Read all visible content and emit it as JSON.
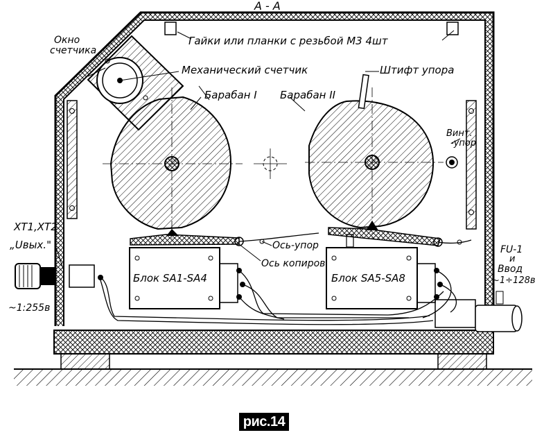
{
  "section_title": "А - А",
  "labels": {
    "nuts": "Гайки или планки с резьбой М3 4шт",
    "counter_window_1": "Окно",
    "counter_window_2": "счетчика",
    "mech_counter": "Механический счетчик",
    "stop_pin": "Штифт упора",
    "drum_1": "Барабан I",
    "drum_2": "Барабан II",
    "screw_stop_1": "Винт.",
    "screw_stop_2": "-упор",
    "axis_stop": "Ось-упор",
    "axis_copiers": "Ось копиров",
    "block_left": "Блок SA1-SA4",
    "block_right": "Блок SA5-SA8",
    "xt": "XT1,XT2",
    "uout": "„Uвых.\"",
    "uout_range": "~1:255в",
    "fu_1": "FU-1",
    "fu_2": "и",
    "fu_3": "Ввод",
    "fu_4": "~1÷128в"
  },
  "caption": "рис.14"
}
